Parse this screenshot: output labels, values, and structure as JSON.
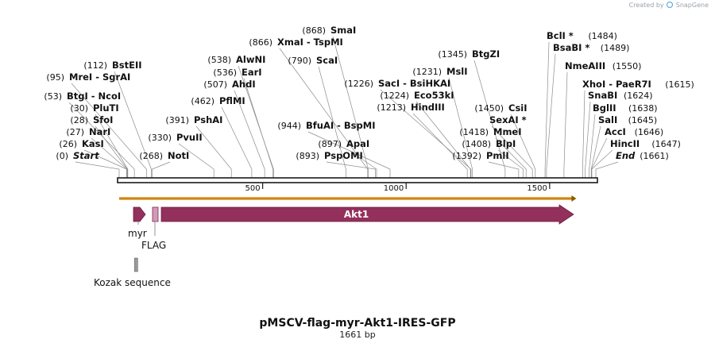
{
  "credit": {
    "prefix": "Created by",
    "brand": "SnapGene",
    "logo_icon": "snapgene-logo-icon"
  },
  "sequence": {
    "name": "pMSCV-flag-myr-Akt1-IRES-GFP",
    "length_label": "1661 bp",
    "length": 1661,
    "ruler_ticks": [
      500,
      1000,
      1500
    ]
  },
  "colors": {
    "backbone": "#1a1a1a",
    "feature": "#93305b",
    "flag": "#d39ab7",
    "kozak": "#9a9a9a",
    "orf_fill": "#f5b14c",
    "orf_edge": "#8a5a00"
  },
  "orf": {
    "start": 0,
    "end": 1593
  },
  "sites": [
    {
      "name": "Start",
      "pos_label": "(0)",
      "pos": 0,
      "italic": true
    },
    {
      "name": "KasI",
      "pos_label": "(26)",
      "pos": 26
    },
    {
      "name": "NarI",
      "pos_label": "(27)",
      "pos": 27
    },
    {
      "name": "SfoI",
      "pos_label": "(28)",
      "pos": 28
    },
    {
      "name": "PluTI",
      "pos_label": "(30)",
      "pos": 30
    },
    {
      "name": "BtgI - NcoI",
      "pos_label": "(53)",
      "pos": 53
    },
    {
      "name": "MreI - SgrAI",
      "pos_label": "(95)",
      "pos": 95
    },
    {
      "name": "BstEII",
      "pos_label": "(112)",
      "pos": 112
    },
    {
      "name": "NotI",
      "pos_label": "(268)",
      "pos": 115
    },
    {
      "name": "PvuII",
      "pos_label": "(330)",
      "pos": 330
    },
    {
      "name": "PshAI",
      "pos_label": "(391)",
      "pos": 391
    },
    {
      "name": "PflMI",
      "pos_label": "(462)",
      "pos": 462
    },
    {
      "name": "AhdI",
      "pos_label": "(507)",
      "pos": 507
    },
    {
      "name": "EarI",
      "pos_label": "(536)",
      "pos": 536
    },
    {
      "name": "AlwNI",
      "pos_label": "(538)",
      "pos": 538
    },
    {
      "name": "ScaI",
      "pos_label": "(790)",
      "pos": 790
    },
    {
      "name": "XmaI - TspMI",
      "pos_label": "(866)",
      "pos": 866
    },
    {
      "name": "SmaI",
      "pos_label": "(868)",
      "pos": 868
    },
    {
      "name": "PspOMI",
      "pos_label": "(893)",
      "pos": 893
    },
    {
      "name": "ApaI",
      "pos_label": "(897)",
      "pos": 897
    },
    {
      "name": "BfuAI - BspMI",
      "pos_label": "(944)",
      "pos": 944
    },
    {
      "name": "HindIII",
      "pos_label": "(1213)",
      "pos": 1213
    },
    {
      "name": "Eco53kI",
      "pos_label": "(1224)",
      "pos": 1224
    },
    {
      "name": "SacI - BsiHKAI",
      "pos_label": "(1226)",
      "pos": 1226
    },
    {
      "name": "MslI",
      "pos_label": "(1231)",
      "pos": 1231
    },
    {
      "name": "BtgZI",
      "pos_label": "(1345)",
      "pos": 1345
    },
    {
      "name": "PmlI",
      "pos_label": "(1392)",
      "pos": 1392
    },
    {
      "name": "BlpI",
      "pos_label": "(1408)",
      "pos": 1408
    },
    {
      "name": "MmeI",
      "pos_label": "(1418)",
      "pos": 1418
    },
    {
      "name": "SexAI *",
      "pos_label": "",
      "pos": 1440
    },
    {
      "name": "CsiI",
      "pos_label": "(1450)",
      "pos": 1450
    },
    {
      "name": "BclI *",
      "pos_label": "(1484)",
      "pos": 1484
    },
    {
      "name": "BsaBI *",
      "pos_label": "(1489)",
      "pos": 1489
    },
    {
      "name": "NmeAIII",
      "pos_label": "(1550)",
      "pos": 1550
    },
    {
      "name": "XhoI - PaeR7I",
      "pos_label": "(1615)",
      "pos": 1615
    },
    {
      "name": "SnaBI",
      "pos_label": "(1624)",
      "pos": 1624
    },
    {
      "name": "BglII",
      "pos_label": "(1638)",
      "pos": 1638
    },
    {
      "name": "SalI",
      "pos_label": "(1645)",
      "pos": 1645
    },
    {
      "name": "AccI",
      "pos_label": "(1646)",
      "pos": 1646
    },
    {
      "name": "HincII",
      "pos_label": "(1647)",
      "pos": 1647
    },
    {
      "name": "End",
      "pos_label": "(1661)",
      "pos": 1661,
      "italic": true
    }
  ],
  "features": [
    {
      "name": "myr",
      "start": 55,
      "end": 100,
      "kind": "arrow",
      "color": "#93305b"
    },
    {
      "name": "FLAG",
      "start": 120,
      "end": 145,
      "kind": "box",
      "color": "#d39ab7"
    },
    {
      "name": "Akt1",
      "start": 150,
      "end": 1593,
      "kind": "arrow",
      "color": "#93305b",
      "label_inside": true
    },
    {
      "name": "Kozak sequence",
      "start": 48,
      "end": 58,
      "kind": "box",
      "color": "#9a9a9a"
    }
  ]
}
